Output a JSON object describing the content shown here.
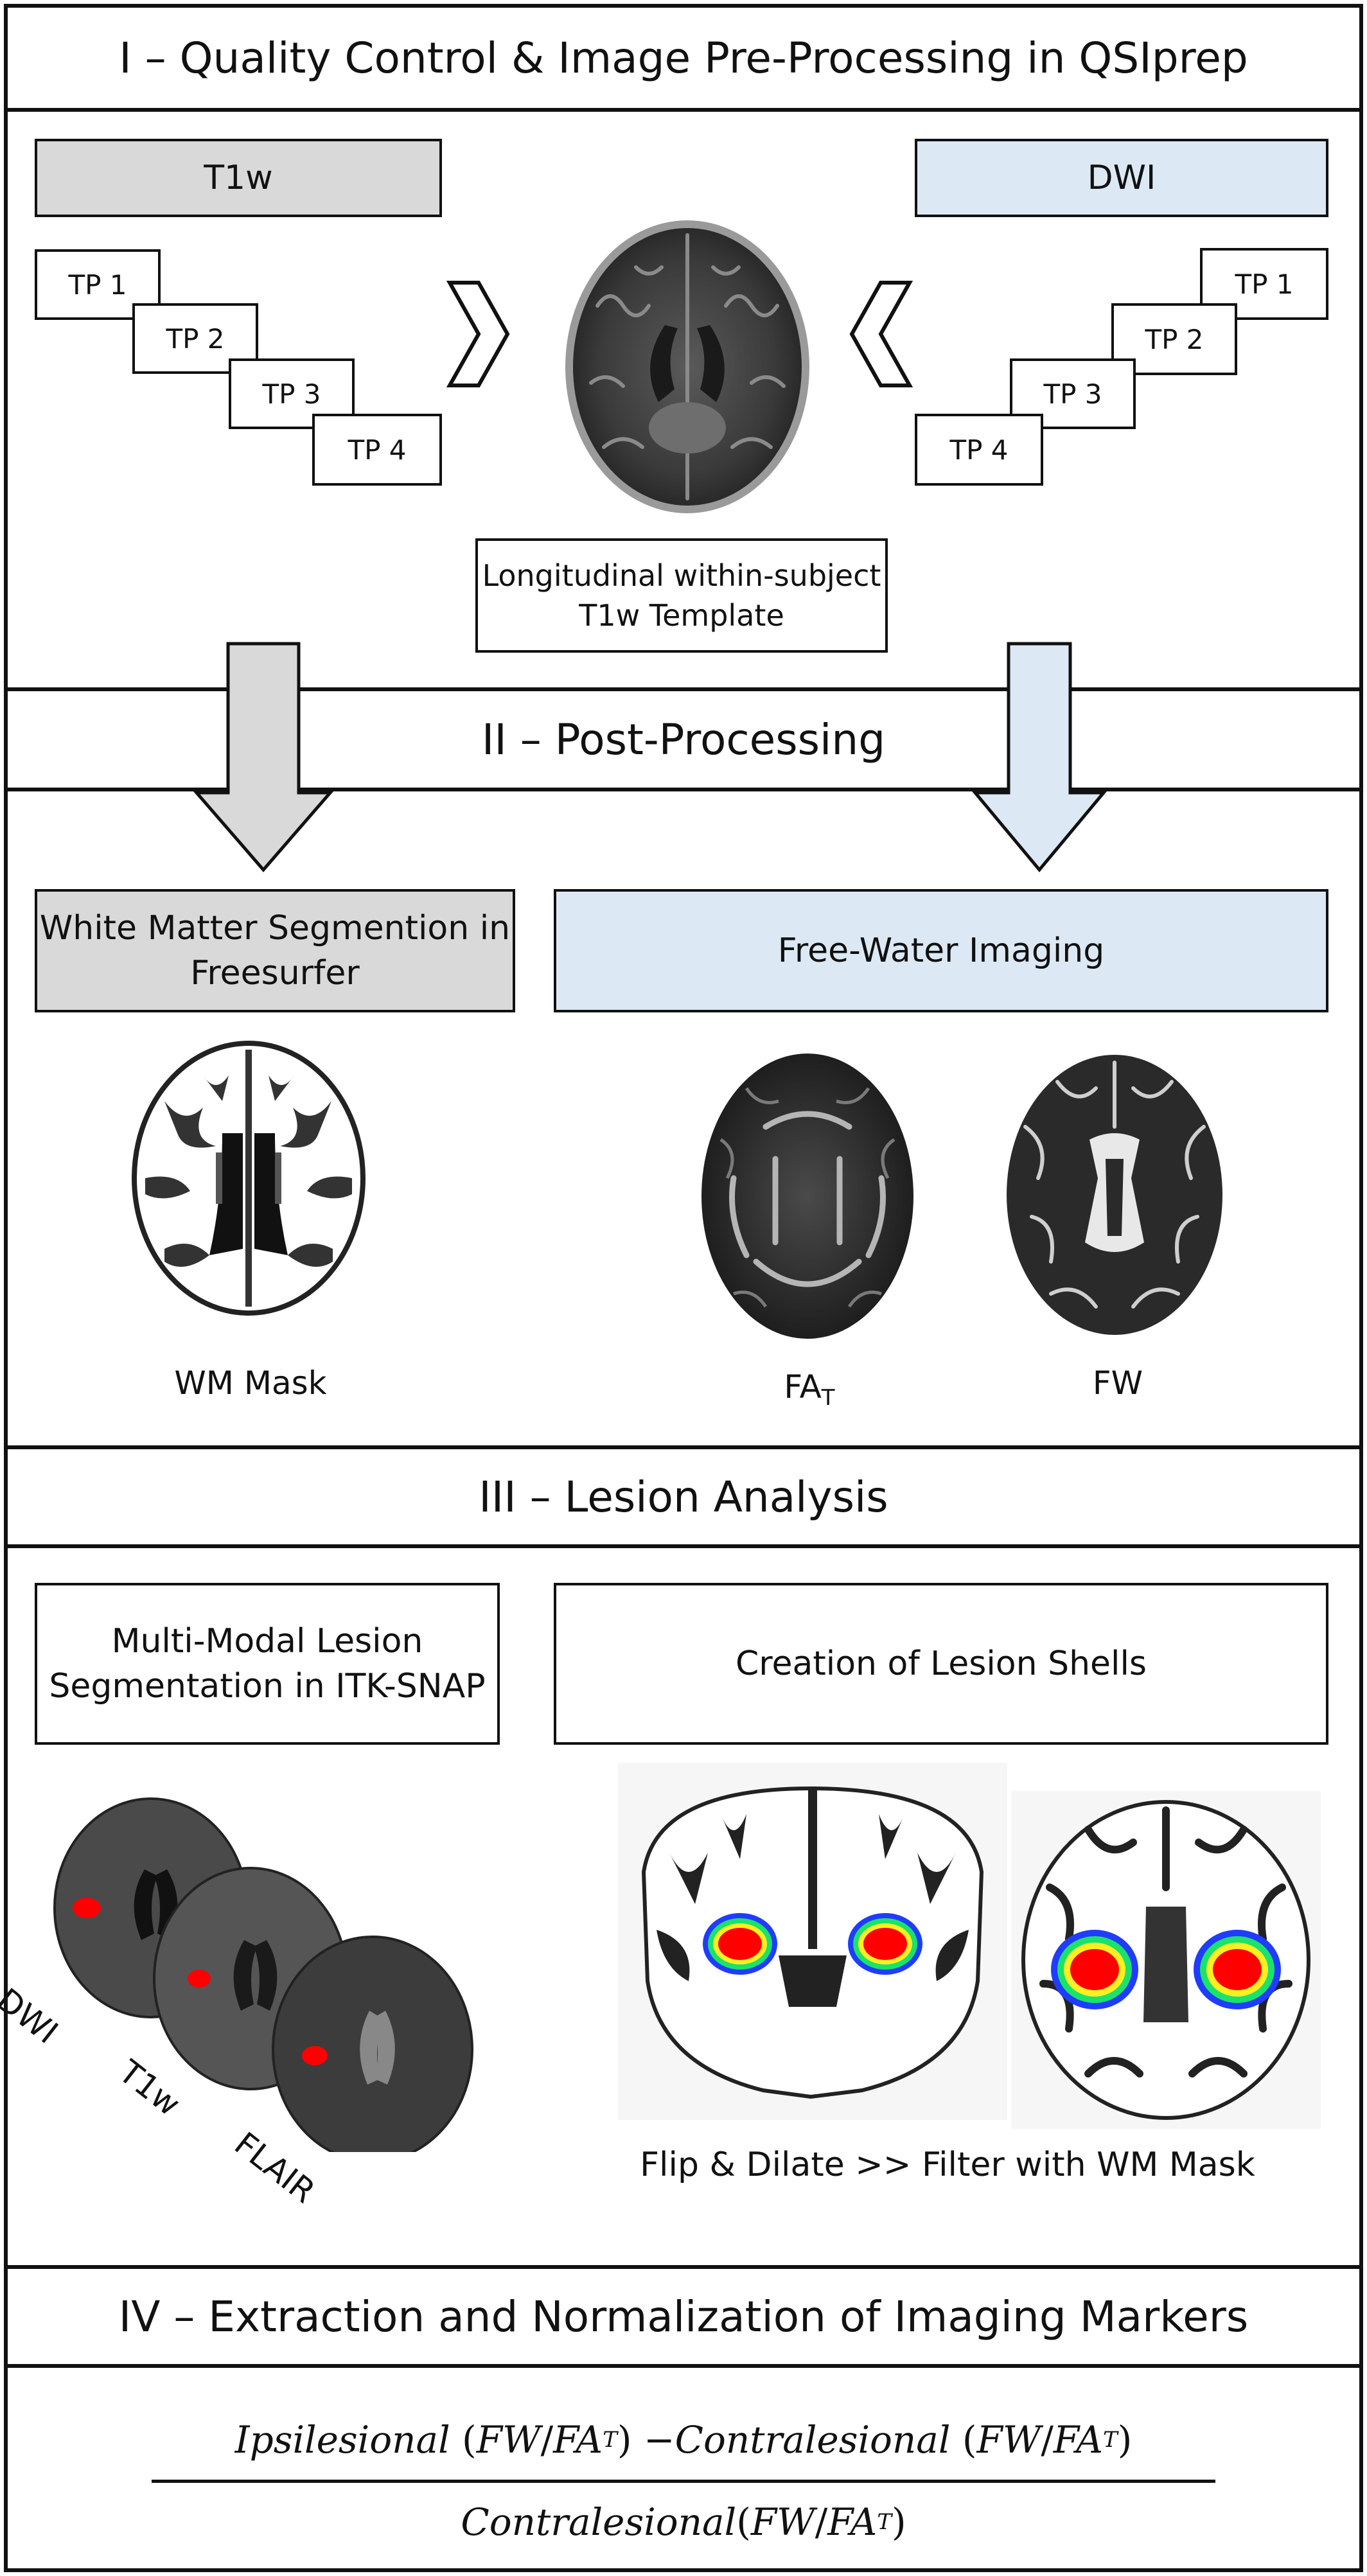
{
  "sections": {
    "s1": "I – Quality Control & Image Pre-Processing in QSIprep",
    "s2": "II – Post-Processing",
    "s3": "III – Lesion Analysis",
    "s4": "IV – Extraction and Normalization of Imaging Markers"
  },
  "section1": {
    "t1w_label": "T1w",
    "dwi_label": "DWI",
    "t1w_timepoints": [
      "TP 1",
      "TP 2",
      "TP 3",
      "TP 4"
    ],
    "dwi_timepoints": [
      "TP 1",
      "TP 2",
      "TP 3",
      "TP 4"
    ],
    "template_label": "Longitudinal within-subject T1w Template"
  },
  "section2": {
    "wm_seg_label": "White Matter Segmention in Freesurfer",
    "fw_imaging_label": "Free-Water Imaging",
    "wm_mask_caption": "WM Mask",
    "fat_caption_main": "FA",
    "fat_caption_sub": "T",
    "fw_caption": "FW"
  },
  "section3": {
    "segmentation_label": "Multi-Modal Lesion Segmentation in ITK-SNAP",
    "shells_label": "Creation of Lesion Shells",
    "modalities": [
      "DWI",
      "T1w",
      "FLAIR"
    ],
    "shells_caption": "Flip & Dilate >> Filter with WM Mask"
  },
  "section4": {
    "numerator_a": "Ipsilesional",
    "numerator_b": "Contralesional",
    "denominator": "Contralesional",
    "ratio_fw": "FW",
    "ratio_fa": "FA",
    "ratio_sub": "T"
  },
  "colors": {
    "gray": "#d9d9d9",
    "blue": "#dce9f5",
    "lesion_red": "#ff0000"
  }
}
